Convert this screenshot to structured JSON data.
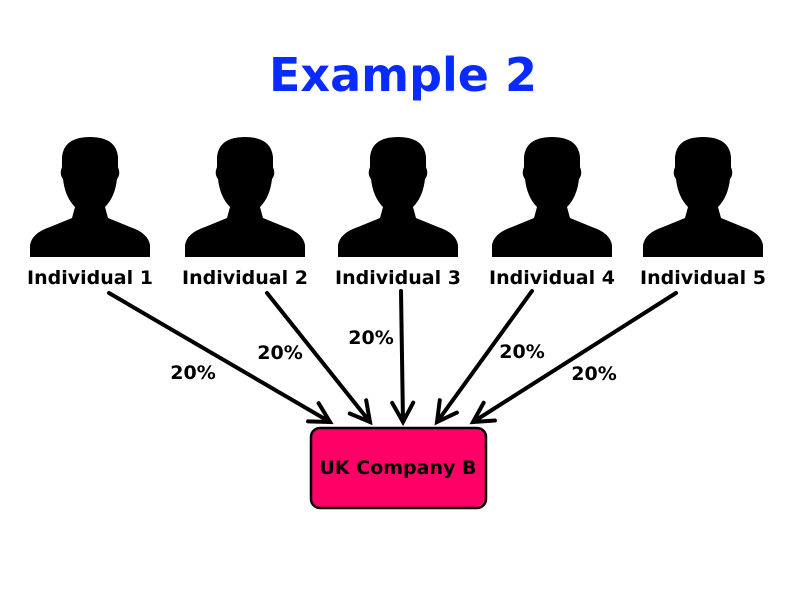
{
  "title": "Example 2",
  "individuals": [
    {
      "label": "Individual 1",
      "share": "20%"
    },
    {
      "label": "Individual 2",
      "share": "20%"
    },
    {
      "label": "Individual 3",
      "share": "20%"
    },
    {
      "label": "Individual 4",
      "share": "20%"
    },
    {
      "label": "Individual 5",
      "share": "20%"
    }
  ],
  "company": {
    "label": "UK Company B",
    "color": "#ff0066"
  },
  "colors": {
    "title": "#0a2bff",
    "arrow": "#000000"
  }
}
